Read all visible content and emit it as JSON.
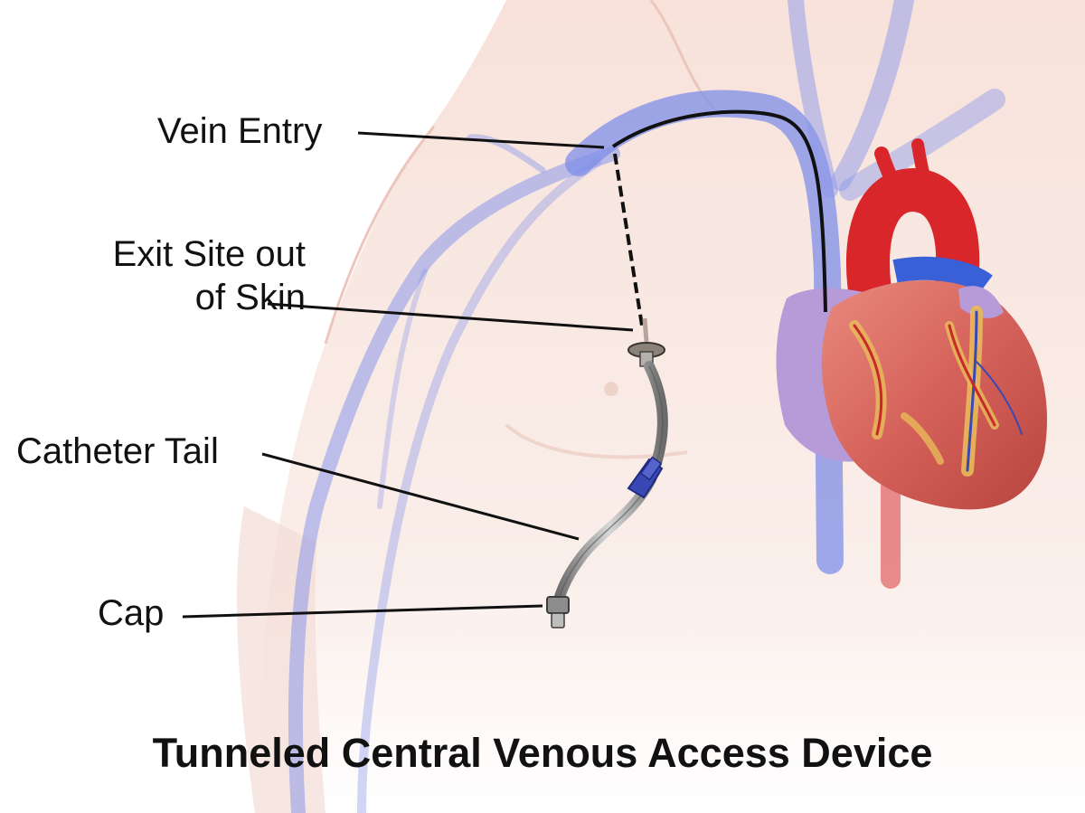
{
  "title": "Tunneled Central Venous Access Device",
  "labels": {
    "vein_entry": "Vein Entry",
    "exit_site_line1": "Exit Site out",
    "exit_site_line2": "of Skin",
    "catheter_tail": "Catheter Tail",
    "cap": "Cap"
  },
  "colors": {
    "skin": "#f7e4dd",
    "vein": "#7f8fe8",
    "artery": "#d8262b",
    "heart_muscle": "#d9736a",
    "catheter": "#1a1a1a",
    "clamp": "#3a48b5",
    "leader_line": "#111111"
  }
}
